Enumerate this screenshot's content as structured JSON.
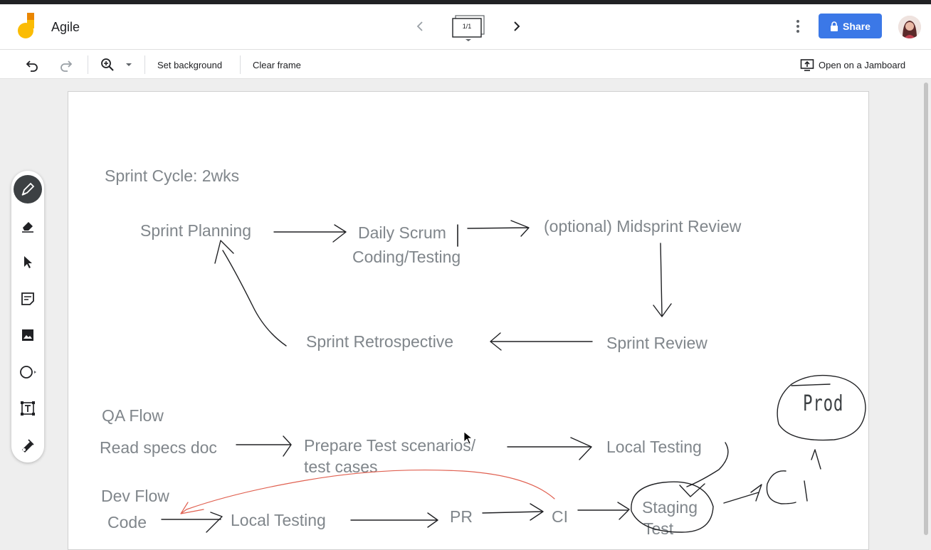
{
  "app": {
    "title": "Agile",
    "frame_indicator": "1/1",
    "share_label": "Share",
    "brand_color": "#fbbc04",
    "accent": "#3b78e7"
  },
  "toolbar": {
    "undo_icon": "undo-icon",
    "redo_icon": "redo-icon",
    "zoom_icon": "zoom-in-icon",
    "set_background": "Set background",
    "clear_frame": "Clear frame",
    "open_jamboard": "Open on a Jamboard"
  },
  "sidebar": {
    "tools": [
      "pen-icon",
      "eraser-icon",
      "select-icon",
      "sticky-note-icon",
      "image-icon",
      "circle-shape-icon",
      "text-box-icon",
      "laser-icon"
    ],
    "active": "pen-icon"
  },
  "board": {
    "heading": "Sprint Cycle: 2wks",
    "sprint_planning": "Sprint Planning",
    "daily_scrum": "Daily Scrum",
    "coding_testing": "Coding/Testing",
    "midsprint_review": "(optional) Midsprint Review",
    "sprint_review": "Sprint Review",
    "sprint_retrospective": "Sprint Retrospective",
    "qa_flow": "QA Flow",
    "read_specs": "Read specs doc",
    "prepare_test_1": "Prepare Test scenarios/",
    "prepare_test_2": "test cases",
    "local_testing_qa": "Local Testing",
    "dev_flow": "Dev Flow",
    "code": "Code",
    "local_testing_dev": "Local Testing",
    "pr": "PR",
    "ci": "CI",
    "staging_1": "Staging",
    "staging_2": "Test",
    "prod": "Prod",
    "ci_handwritten": "CI"
  }
}
